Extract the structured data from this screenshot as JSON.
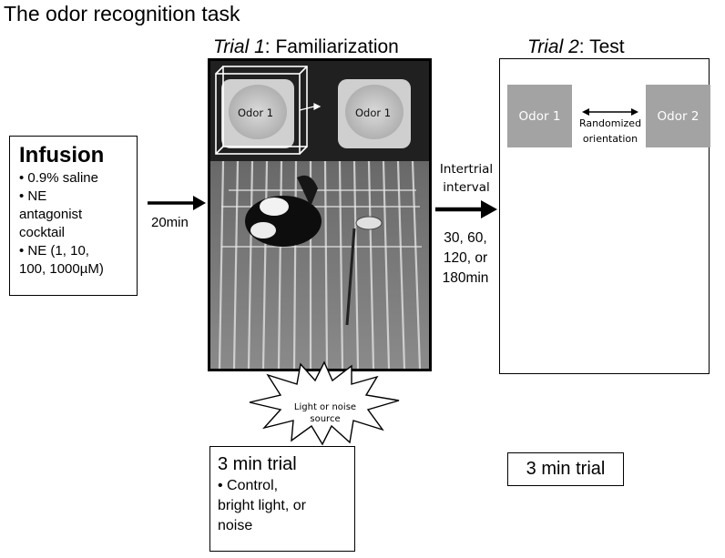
{
  "title": "The odor recognition task",
  "infusion": {
    "heading": "Infusion",
    "items": [
      "• 0.9% saline",
      "• NE",
      "antagonist",
      "cocktail",
      "• NE (1, 10,",
      "100, 1000µM)"
    ]
  },
  "arrow1_label": "20min",
  "trial1": {
    "label_italic": "Trial 1",
    "label_rest": ": Familiarization",
    "odor_labels": [
      "Odor 1",
      "Odor 1"
    ]
  },
  "intertrial": {
    "label_lines": [
      "Intertrial",
      "interval"
    ],
    "interval_lines": [
      "30, 60,",
      "120, or",
      "180min"
    ]
  },
  "trial2": {
    "label_italic": "Trial 2",
    "label_rest": ": Test",
    "odor_left": "Odor 1",
    "odor_right": "Odor 2",
    "randomized_lines": [
      "Randomized",
      "orientation"
    ]
  },
  "starburst": {
    "lines": [
      "Light or noise",
      "source"
    ]
  },
  "trial1_box": {
    "heading": "3 min trial",
    "items": [
      "• Control,",
      "bright light, or",
      "noise"
    ]
  },
  "trial2_box": {
    "heading": "3 min trial"
  }
}
